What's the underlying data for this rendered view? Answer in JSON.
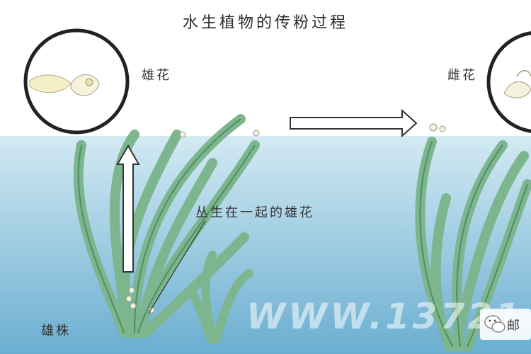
{
  "diagram": {
    "title": "水生植物的传粉过程",
    "male_flower_label": "雄花",
    "female_flower_label": "雌花",
    "cluster_label": "丛生在一起的雄花",
    "male_plant_label": "雄株",
    "watermark": "WWW.13721",
    "logo_text": "邮"
  },
  "colors": {
    "water_top": "#c7e3ef",
    "water_bottom": "#6fb1d1",
    "leaf": "#7cb58e",
    "leaf_dark": "#4f8e64",
    "arrow_outline": "#333333"
  },
  "icons": {
    "up_arrow": "up-arrow-icon",
    "right_arrow": "right-arrow-icon",
    "logo": "wechat-logo-icon"
  }
}
